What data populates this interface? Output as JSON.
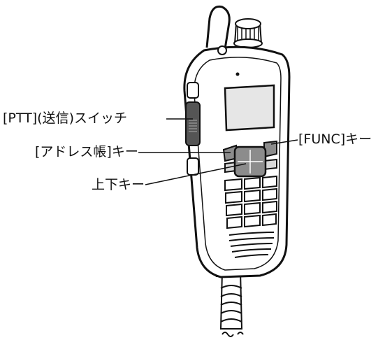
{
  "labels": {
    "ptt": "[PTT](送信)スイッチ",
    "address": "[アドレス帳]キー",
    "updown": "上下キー",
    "func": "[FUNC]キー"
  },
  "colors": {
    "stroke": "#111111",
    "body_fill": "#ffffff",
    "screen_fill": "#e6e6e6",
    "key_fill": "#d8d8d8",
    "highlight_fill": "#8c8c8c",
    "dark_fill": "#555555"
  }
}
